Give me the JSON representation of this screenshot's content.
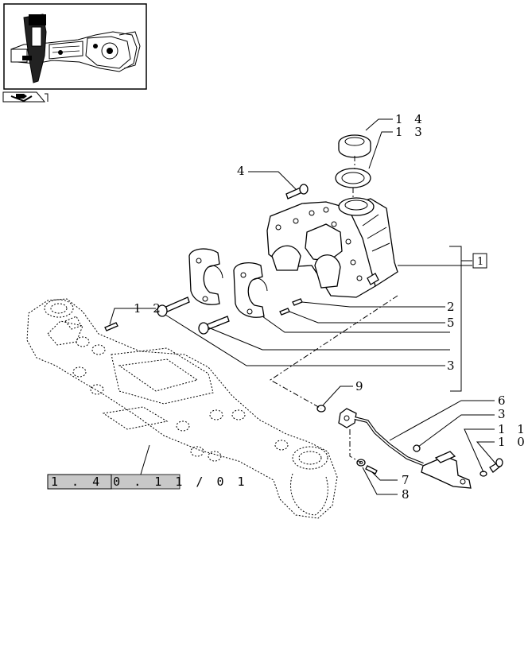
{
  "callouts": {
    "c1": "1",
    "c2": "2",
    "c3a": "3",
    "c3b": "3",
    "c4": "4",
    "c5": "5",
    "c6": "6",
    "c7": "7",
    "c8": "8",
    "c9": "9",
    "c10": "1 0",
    "c11": "1 1",
    "c12": "1 2",
    "c13": "1 3",
    "c14": "1 4"
  },
  "reference_banner": "1 . 4 0 . 1 1 / 0 1",
  "thumbnail_icon": "book-arrow-icon"
}
